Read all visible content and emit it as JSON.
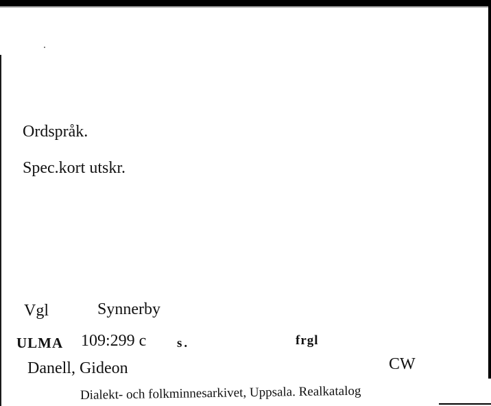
{
  "card": {
    "topic": "Ordspråk.",
    "note": "Spec.kort utskr.",
    "province": "Vgl",
    "parish": "Synnerby",
    "archive_code": "ULMA",
    "record_number": "109:299 c",
    "page_marker": "s.",
    "type_code": "frgl",
    "collector": "Danell, Gideon",
    "initials": "CW",
    "footer": "Dialekt- och folkminnesarkivet, Uppsala. Realkatalog"
  }
}
